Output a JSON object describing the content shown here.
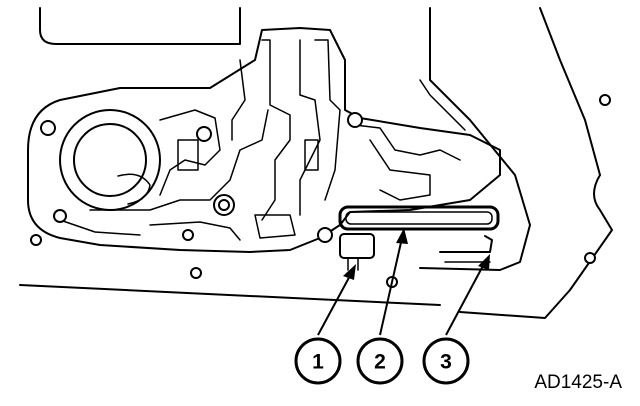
{
  "callouts": [
    {
      "label": "1"
    },
    {
      "label": "2"
    },
    {
      "label": "3"
    }
  ],
  "reference_code": "AD1425-A"
}
